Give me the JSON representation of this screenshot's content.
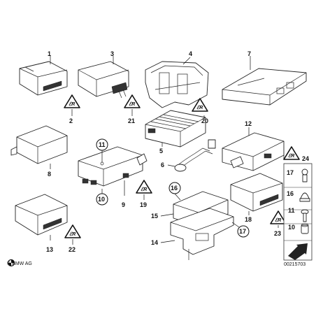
{
  "callouts": {
    "c1": "1",
    "c2": "2",
    "c3": "3",
    "c4": "4",
    "c5": "5",
    "c6": "6",
    "c7": "7",
    "c8": "8",
    "c9": "9",
    "c10": "10",
    "c11": "11",
    "c12": "12",
    "c13": "13",
    "c14": "14",
    "c15": "15",
    "c16": "16",
    "c17": "17",
    "c18": "18",
    "c19": "19",
    "c20": "20",
    "c21": "21",
    "c22": "22",
    "c23": "23",
    "c24": "24",
    "k17": "17",
    "k16": "16",
    "k11": "11",
    "k10": "10"
  },
  "copyright": "© BMW AG",
  "diagram_number": "00215703",
  "icons": [
    "warning-triangle-icon",
    "bmw-logo-icon",
    "arrow-icon"
  ]
}
